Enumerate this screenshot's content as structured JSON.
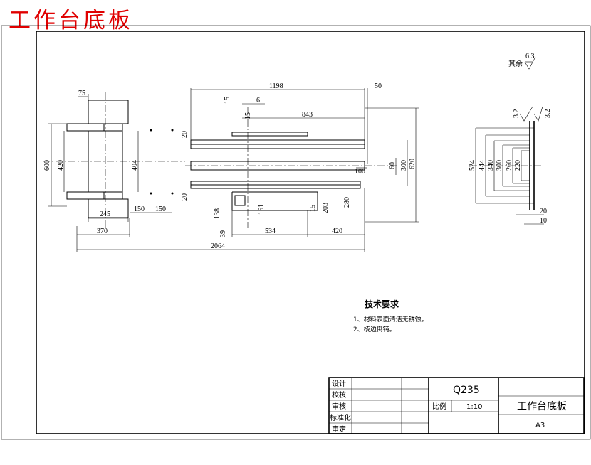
{
  "title": "工作台底板",
  "roughness": {
    "prefix": "其余",
    "value": "6.3",
    "side_value_1": "3.2",
    "side_value_2": "3.2"
  },
  "dimensions": {
    "top_1198": "1198",
    "top_50": "50",
    "top_15": "15",
    "top_6": "6",
    "top_843": "843",
    "top_15b": "15",
    "top_75": "75",
    "left_20a": "20",
    "left_20b": "20",
    "left_600": "600",
    "left_420": "420",
    "left_404": "404",
    "right_100": "100",
    "right_60": "60",
    "right_300": "300",
    "right_620": "620",
    "bottom_245": "245",
    "bottom_150a": "150",
    "bottom_150b": "150",
    "bottom_370": "370",
    "bottom_138": "138",
    "bottom_39": "39",
    "bottom_534": "534",
    "bottom_420": "420",
    "bottom_2064": "2064",
    "bottom_15": "15",
    "bottom_203": "203",
    "bottom_280": "280",
    "bottom_161": "161",
    "side_524": "524",
    "side_444": "444",
    "side_340": "340",
    "side_300": "300",
    "side_260": "260",
    "side_220": "220",
    "side_20": "20",
    "side_10": "10"
  },
  "requirements": {
    "title": "技术要求",
    "item1": "1、材料表面清洁无锈蚀。",
    "item2": "2、棱边倒钝。"
  },
  "title_block": {
    "row_labels": [
      "设计",
      "校核",
      "审核",
      "标准化",
      "审定"
    ],
    "material": "Q235",
    "scale_label": "比例",
    "scale_value": "1:10",
    "part_name": "工作台底板",
    "sheet_size": "A3"
  }
}
